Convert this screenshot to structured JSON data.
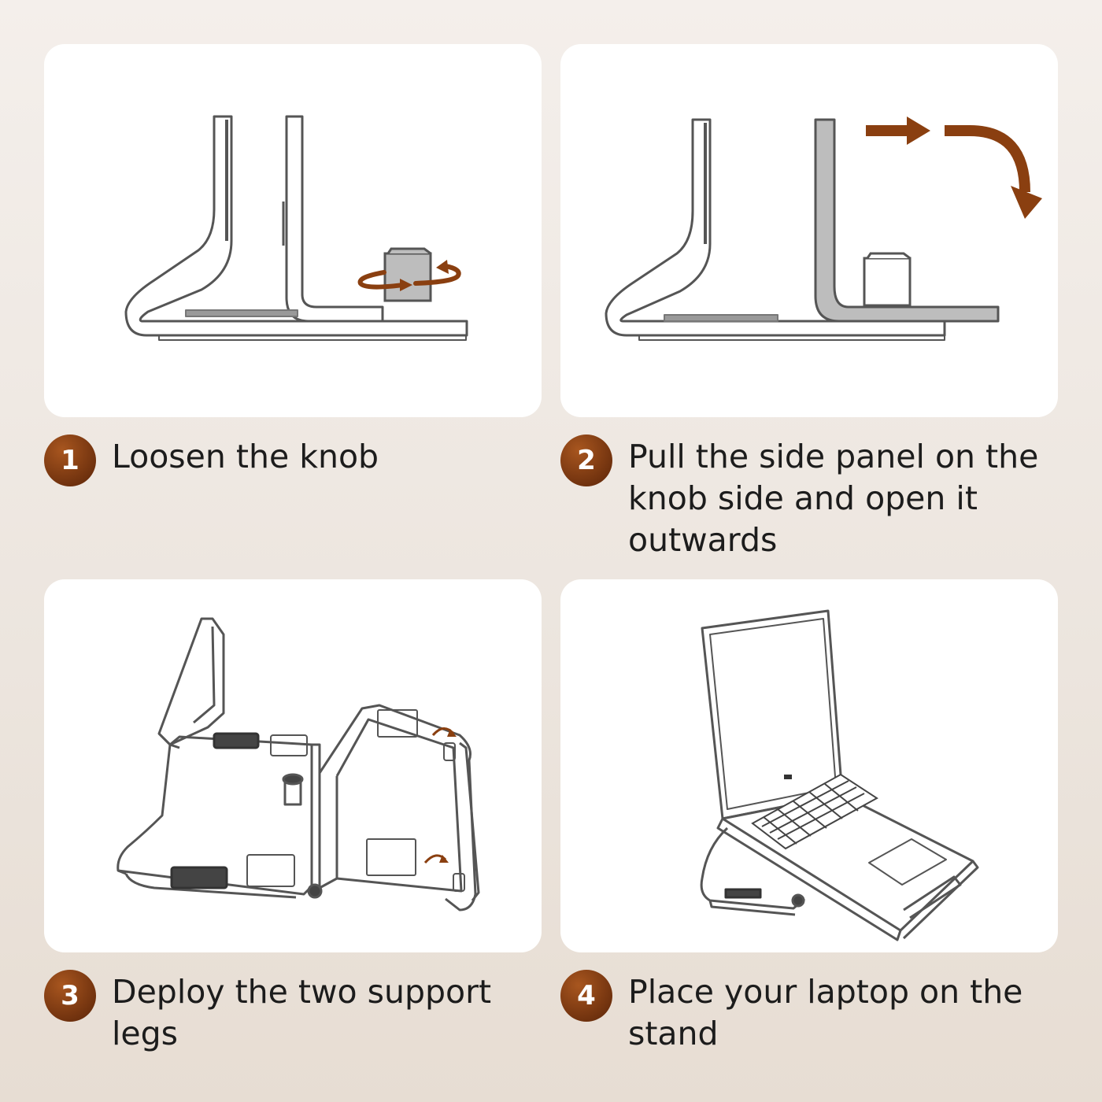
{
  "colors": {
    "accent_brown": "#7d3a12",
    "arrow_brown": "#8a3f10",
    "panel_white": "#ffffff",
    "background": "#efe8e1",
    "line_gray": "#555555",
    "fill_gray": "#bdbdbd"
  },
  "steps": [
    {
      "number": "1",
      "text": "Loosen the knob",
      "illustration": "stand-side-view-knob-rotate-icon"
    },
    {
      "number": "2",
      "text": "Pull the side panel on the knob side and open it outwards",
      "illustration": "stand-side-panel-open-icon"
    },
    {
      "number": "3",
      "text": "Deploy the two support legs",
      "illustration": "stand-support-legs-icon"
    },
    {
      "number": "4",
      "text": "Place your laptop on the stand",
      "illustration": "laptop-on-stand-icon"
    }
  ]
}
